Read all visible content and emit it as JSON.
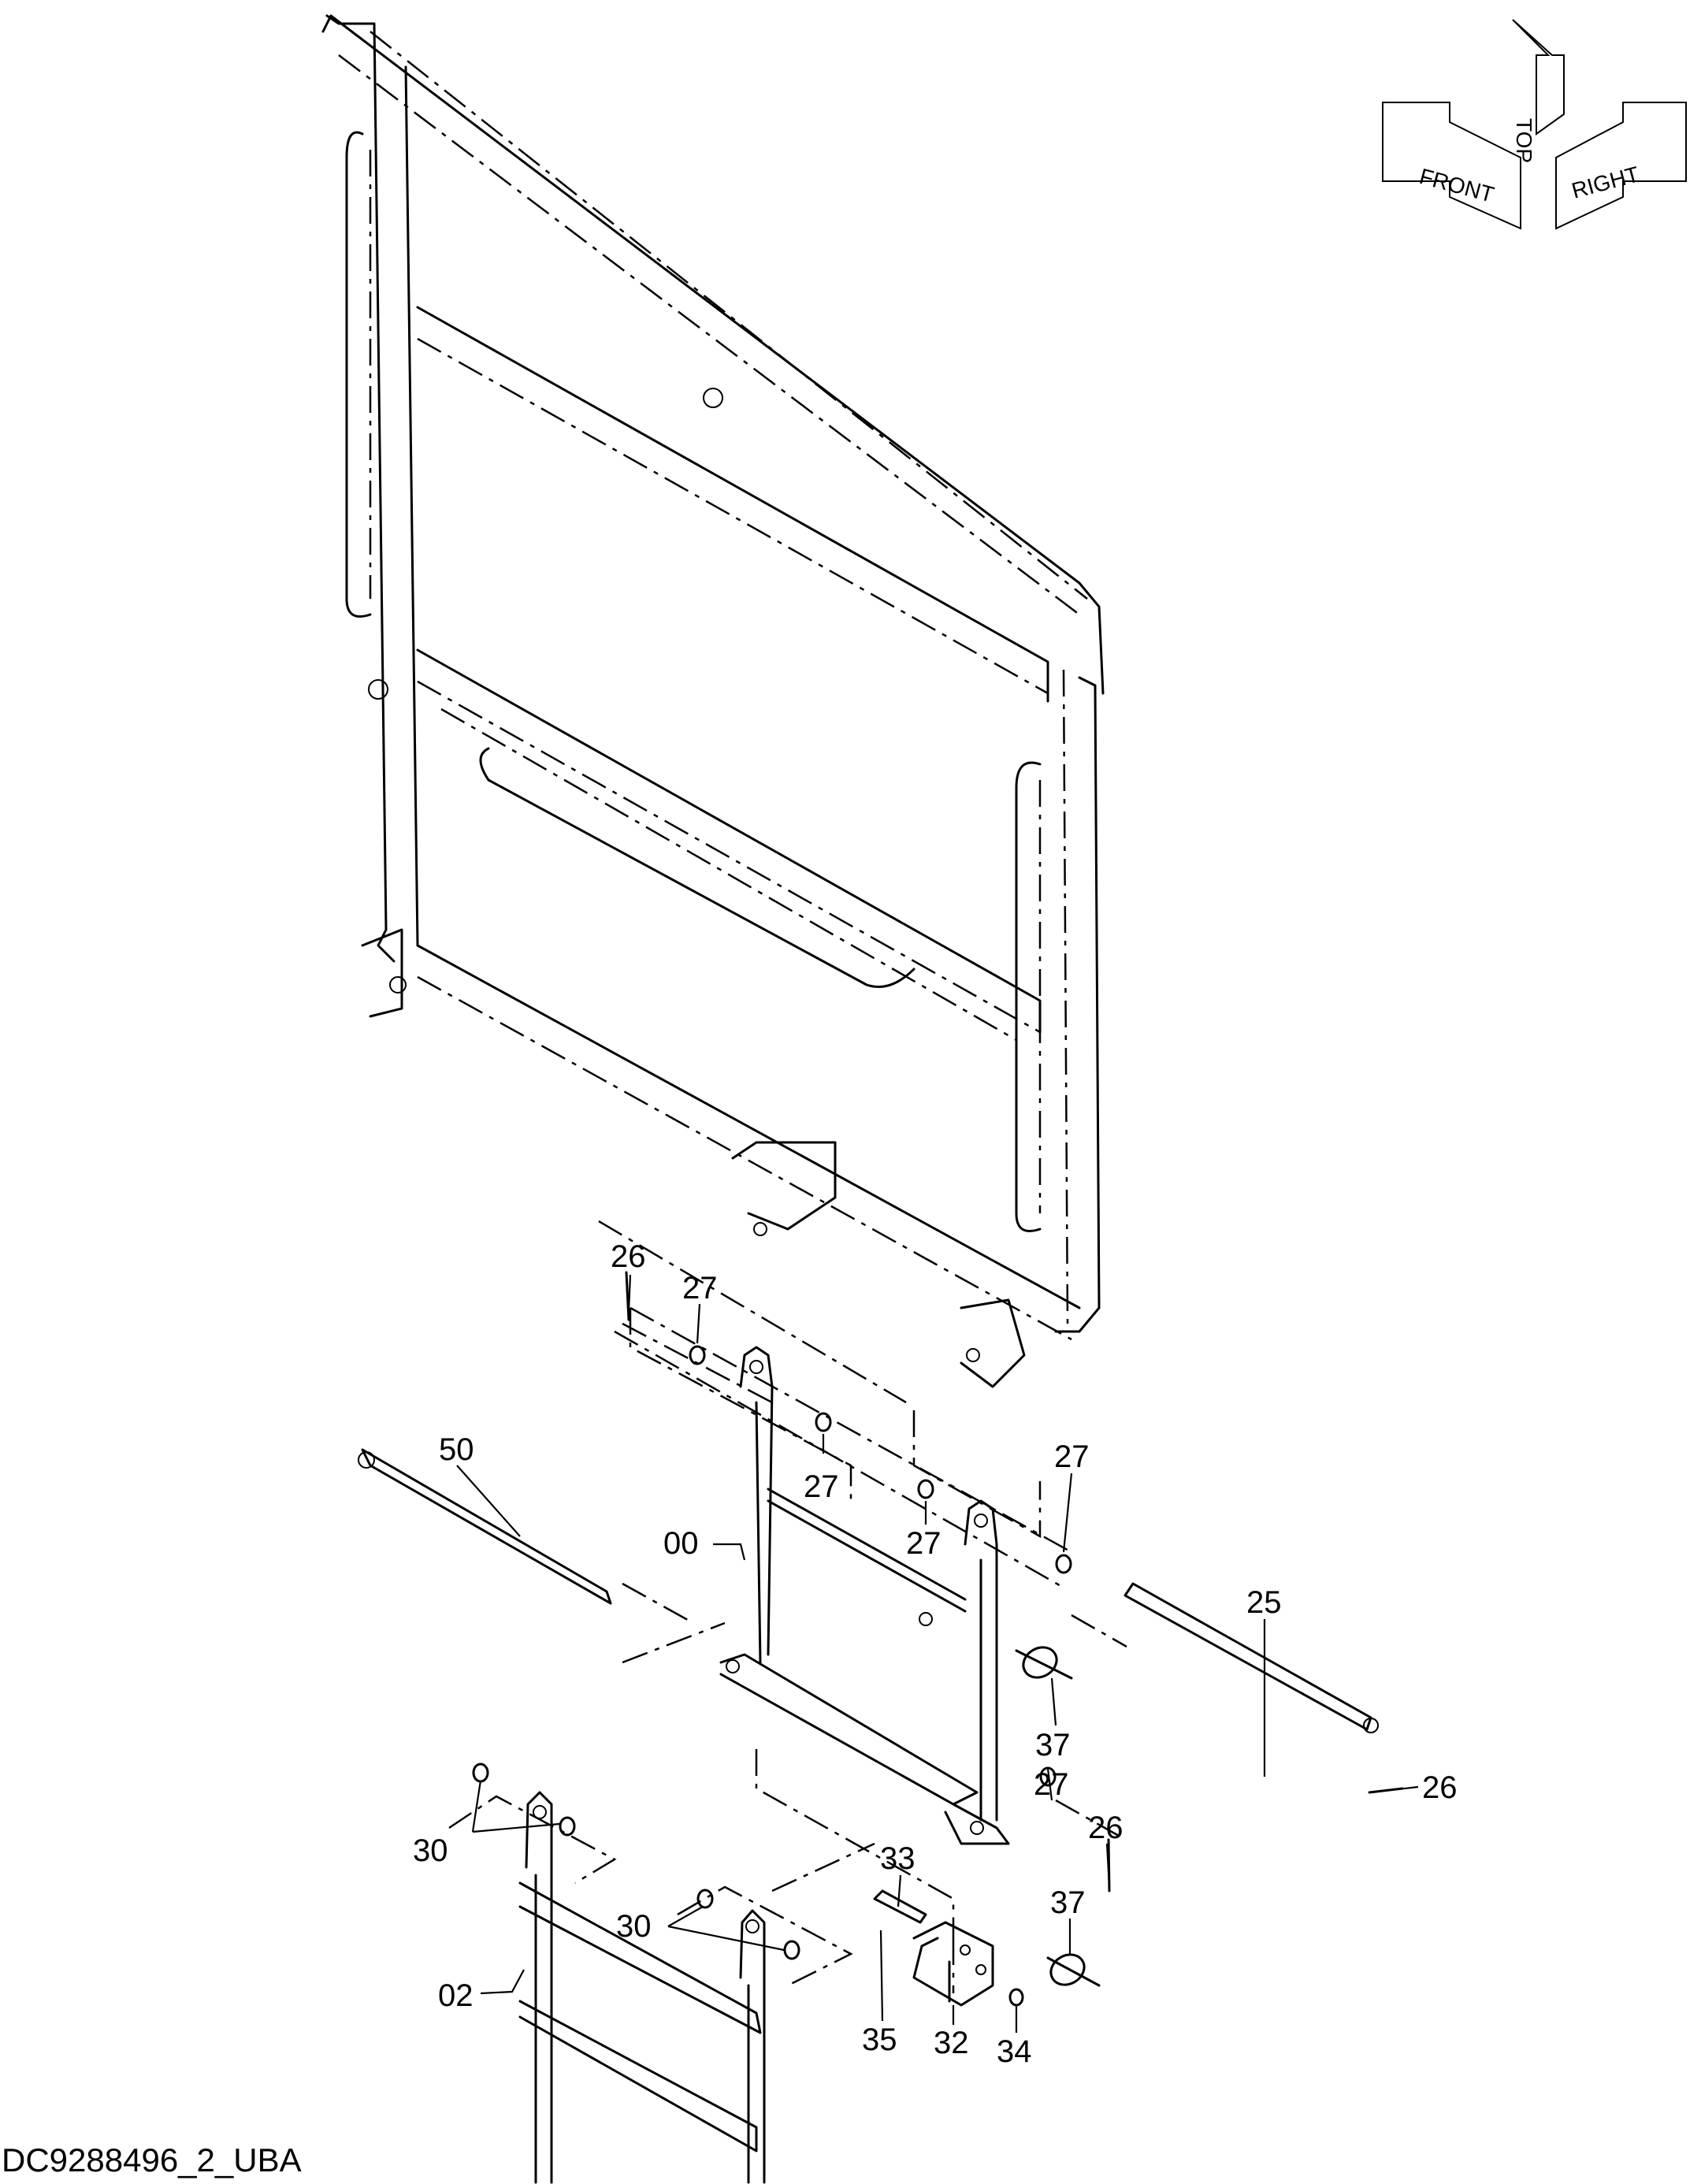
{
  "drawing_id": "DC9288496_2_UBA",
  "orientation_indicator": {
    "labels": {
      "top": "TOP",
      "front": "FRONT",
      "right": "RIGHT"
    }
  },
  "callouts": {
    "c26a": "26",
    "c27a": "27",
    "c27b": "27",
    "c27c": "27",
    "c27d": "27",
    "c27e": "27",
    "c50": "50",
    "c00": "00",
    "c25": "25",
    "c37a": "37",
    "c26b": "26",
    "c26c": "26",
    "c30a": "30",
    "c30b": "30",
    "c33": "33",
    "c37b": "37",
    "c02": "02",
    "c35": "35",
    "c32": "32",
    "c34": "34"
  }
}
